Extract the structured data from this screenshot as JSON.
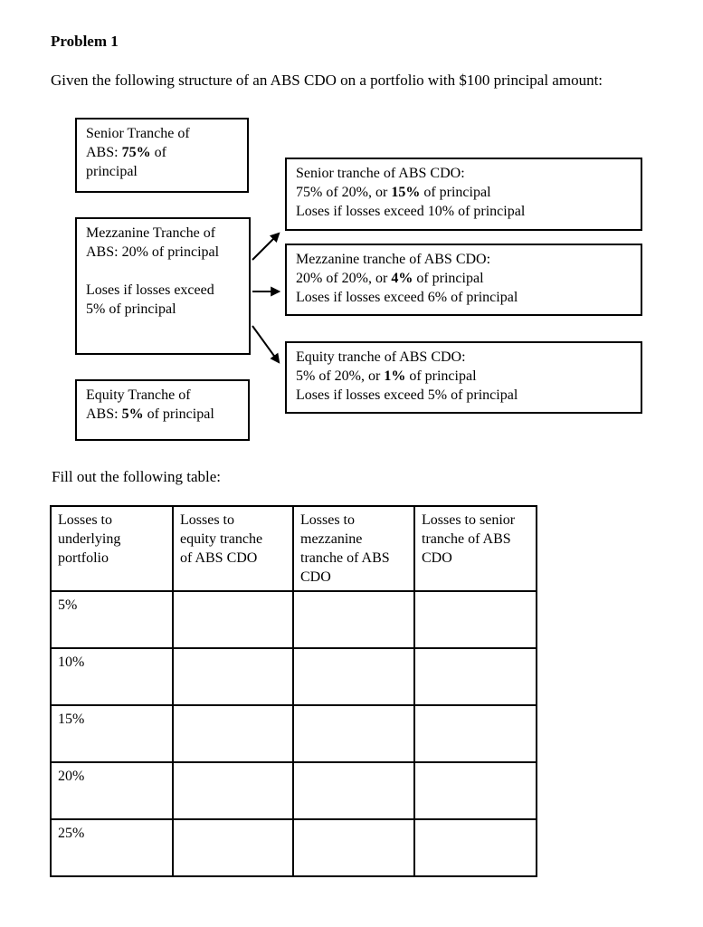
{
  "page": {
    "title": "Problem 1",
    "intro": "Given the following structure of an ABS CDO on a portfolio with $100 principal amount:",
    "table_caption": "Fill out the following table:"
  },
  "colors": {
    "text": "#000000",
    "background": "#ffffff",
    "border": "#000000"
  },
  "diagram": {
    "abs_senior": {
      "line1": "Senior Tranche of",
      "line2_pre": "ABS: ",
      "line2_bold": "75%",
      "line2_post": " of",
      "line3": "principal"
    },
    "abs_mezzanine": {
      "line1": "Mezzanine Tranche of",
      "line2": "ABS: 20% of principal",
      "line3": "Loses if losses exceed",
      "line4": "5% of principal"
    },
    "abs_equity": {
      "line1": "Equity Tranche of",
      "line2_pre": "ABS: ",
      "line2_bold": "5%",
      "line2_post": " of principal"
    },
    "cdo_senior": {
      "line1": "Senior tranche of ABS CDO:",
      "line2_pre": "75% of 20%, or ",
      "line2_bold": "15%",
      "line2_post": " of principal",
      "line3": "Loses if losses exceed 10% of principal"
    },
    "cdo_mezzanine": {
      "line1": "Mezzanine tranche of ABS CDO:",
      "line2_pre": "20% of 20%, or ",
      "line2_bold": "4%",
      "line2_post": " of principal",
      "line3": "Loses if losses exceed 6% of principal"
    },
    "cdo_equity": {
      "line1": "Equity tranche of ABS CDO:",
      "line2_pre": "5% of 20%, or ",
      "line2_bold": "1%",
      "line2_post": " of principal",
      "line3": "Loses if losses exceed 5% of principal"
    }
  },
  "table": {
    "headers": [
      {
        "label": "Losses to underlying portfolio",
        "lines": [
          "Losses to",
          "underlying",
          "portfolio"
        ]
      },
      {
        "label": "Losses to equity tranche of ABS CDO",
        "lines": [
          "Losses to",
          "equity tranche",
          "of ABS CDO"
        ]
      },
      {
        "label": "Losses to mezzanine tranche of ABS CDO",
        "lines": [
          "Losses to",
          "mezzanine",
          "tranche of ABS",
          "CDO"
        ]
      },
      {
        "label": "Losses to senior tranche of ABS CDO",
        "lines": [
          "Losses to senior",
          "tranche of ABS",
          "CDO"
        ]
      }
    ],
    "rows": [
      {
        "label": "5%",
        "cells": [
          "",
          "",
          ""
        ]
      },
      {
        "label": "10%",
        "cells": [
          "",
          "",
          ""
        ]
      },
      {
        "label": "15%",
        "cells": [
          "",
          "",
          ""
        ]
      },
      {
        "label": "20%",
        "cells": [
          "",
          "",
          ""
        ]
      },
      {
        "label": "25%",
        "cells": [
          "",
          "",
          ""
        ]
      }
    ]
  }
}
